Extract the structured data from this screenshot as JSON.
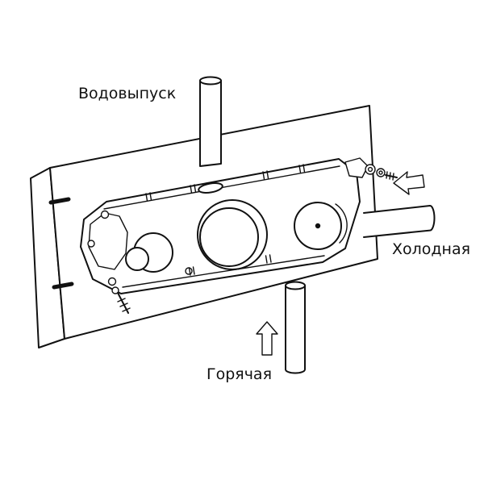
{
  "diagram": {
    "labels": {
      "outlet": "Водовыпуск",
      "cold": "Холодная",
      "hot": "Горячая"
    },
    "colors": {
      "line": "#111111",
      "background": "#ffffff"
    }
  }
}
